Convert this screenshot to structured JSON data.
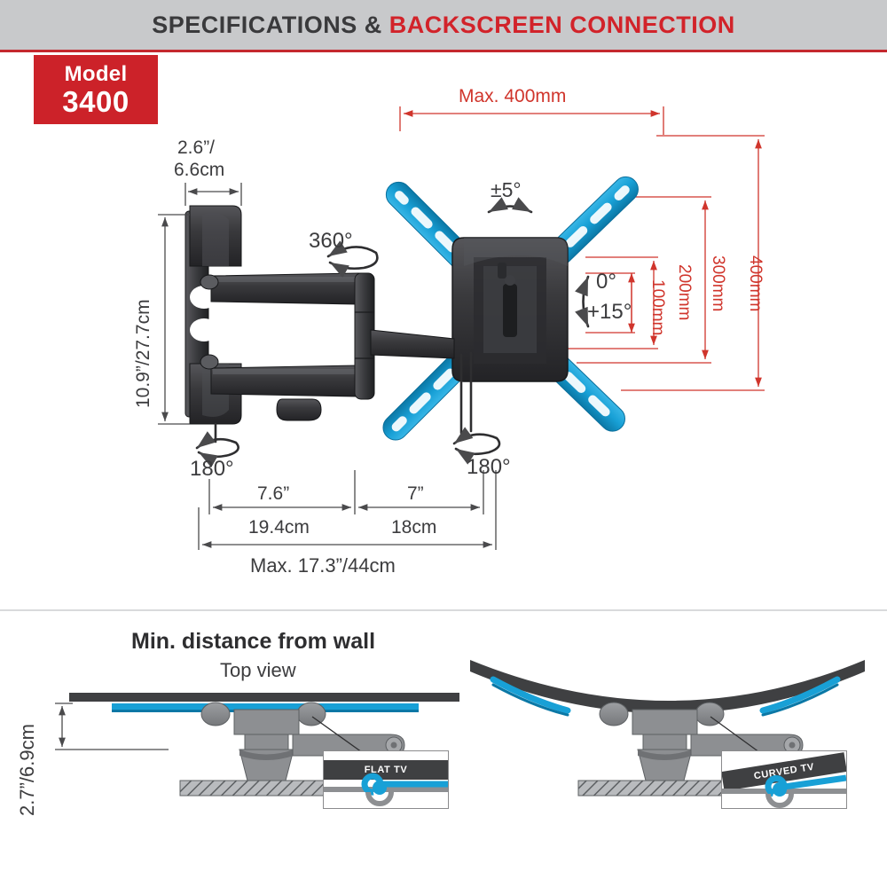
{
  "header": {
    "title_dark": "SPECIFICATIONS &",
    "title_red": "BACKSCREEN CONNECTION",
    "bar_color": "#c8c9cb",
    "accent_color": "#c4282e"
  },
  "badge": {
    "model_label": "Model",
    "model_number": "3400",
    "bg_color": "#cc2229"
  },
  "main_diagram": {
    "dimensions": {
      "plate_depth": "2.6”/\n6.6cm",
      "plate_depth_line1": "2.6”/",
      "plate_depth_line2": "6.6cm",
      "plate_height": "10.9”/27.7cm",
      "arm_segment_1_in": "7.6”",
      "arm_segment_1_cm": "19.4cm",
      "arm_segment_2_in": "7”",
      "arm_segment_2_cm": "18cm",
      "total_extension": "Max. 17.3”/44cm"
    },
    "vesa": {
      "width_max": "Max. 400mm",
      "heights": [
        "100mm",
        "200mm",
        "300mm",
        "400mm"
      ],
      "color": "#d0352c"
    },
    "angles": {
      "swivel_top": "±5°",
      "rotation": "360°",
      "tilt_zero": "0°",
      "tilt_plus": "+15°",
      "swivel_left": "180°",
      "swivel_right": "180°"
    },
    "colors": {
      "bracket_blue": "#1ba3d8",
      "bracket_blue_dark": "#0d7fae",
      "body_black": "#3b3b3d"
    }
  },
  "bottom_section": {
    "title": "Min. distance from wall",
    "subtitle": "Top view",
    "wall_distance": "2.7”/6.9cm",
    "flat_tv_label": "FLAT TV",
    "curved_tv_label": "CURVED TV"
  }
}
